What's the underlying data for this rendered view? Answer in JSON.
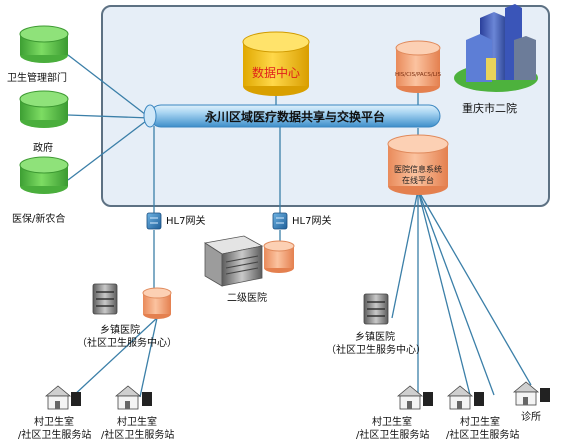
{
  "platform": {
    "title": "永川区域医疗数据共享与交换平台"
  },
  "data_center": {
    "label": "数据中心"
  },
  "his_db": {
    "label": "HIS/CIS/PACS/LIS"
  },
  "hospital_main": {
    "label": "重庆市二院"
  },
  "online_platform": {
    "line1": "医院信息系统",
    "line2": "在线平台"
  },
  "left_dbs": [
    {
      "label": "卫生管理部门"
    },
    {
      "label": "政府"
    },
    {
      "label": "医保/新农合"
    }
  ],
  "gateways": [
    {
      "label": "HL7网关"
    },
    {
      "label": "HL7网关"
    }
  ],
  "secondary_hospital": {
    "label": "二级医院"
  },
  "township_left": {
    "line1": "乡镇医院",
    "line2": "（社区卫生服务中心）"
  },
  "township_right": {
    "line1": "乡镇医院",
    "line2": "（社区卫生服务中心）"
  },
  "villages": [
    {
      "line1": "村卫生室",
      "line2": "/社区卫生服务站"
    },
    {
      "line1": "村卫生室",
      "line2": "/社区卫生服务站"
    },
    {
      "line1": "村卫生室",
      "line2": "/社区卫生服务站"
    },
    {
      "line1": "村卫生室",
      "line2": "/社区卫生服务站"
    }
  ],
  "clinic": {
    "label": "诊所"
  },
  "colors": {
    "panel_fill": "#e6eef7",
    "panel_stroke": "#5d7183",
    "green_db": "#5cc24a",
    "orange_db": "#f5a87c",
    "gold_db": "#f2c21a",
    "connector": "#3b7fa8",
    "pipe": "#9dc9ea",
    "data_center_text": "#e0201b"
  }
}
